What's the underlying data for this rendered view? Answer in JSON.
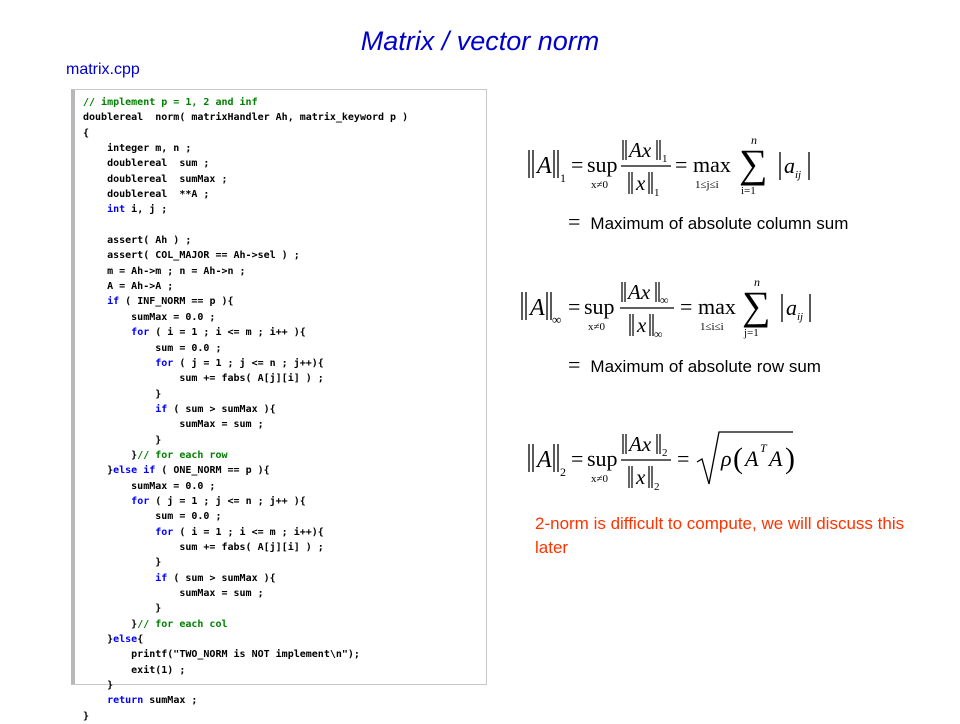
{
  "slide": {
    "title": "Matrix / vector norm",
    "file_label": "matrix.cpp"
  },
  "code": {
    "lines": [
      "// implement p = 1, 2 and inf",
      "doublereal  norm( matrixHandler Ah, matrix_keyword p )",
      "{",
      "    integer m, n ;",
      "    doublereal  sum ;",
      "    doublereal  sumMax ;",
      "    doublereal  **A ;",
      "    int i, j ;",
      "",
      "    assert( Ah ) ;",
      "    assert( COL_MAJOR == Ah->sel ) ;",
      "    m = Ah->m ; n = Ah->n ;",
      "    A = Ah->A ;",
      "    if ( INF_NORM == p ){",
      "        sumMax = 0.0 ;",
      "        for ( i = 1 ; i <= m ; i++ ){",
      "            sum = 0.0 ;",
      "            for ( j = 1 ; j <= n ; j++){",
      "                sum += fabs( A[j][i] ) ;",
      "            }",
      "            if ( sum > sumMax ){",
      "                sumMax = sum ;",
      "            }",
      "        }// for each row",
      "    }else if ( ONE_NORM == p ){",
      "        sumMax = 0.0 ;",
      "        for ( j = 1 ; j <= n ; j++ ){",
      "            sum = 0.0 ;",
      "            for ( i = 1 ; i <= m ; i++){",
      "                sum += fabs( A[j][i] ) ;",
      "            }",
      "            if ( sum > sumMax ){",
      "                sumMax = sum ;",
      "            }",
      "        }// for each col",
      "    }else{",
      "        printf(\"TWO_NORM is NOT implement\\n\");",
      "        exit(1) ;",
      "    }",
      "    return sumMax ;",
      "}"
    ]
  },
  "formulas": {
    "one_norm": {
      "lhs": "A",
      "sub": "1",
      "sup_op": "sup",
      "sup_cond": "x≠0",
      "num": "Ax",
      "den": "x",
      "max_op": "max",
      "max_cond": "1≤j≤i",
      "sum_upper": "n",
      "sum_lower": "i=1",
      "entry": "a",
      "entry_sub": "ij",
      "caption_eq": "=",
      "caption": "Maximum of absolute column sum"
    },
    "inf_norm": {
      "lhs": "A",
      "sub": "∞",
      "sup_op": "sup",
      "sup_cond": "x≠0",
      "num": "Ax",
      "den": "x",
      "max_op": "max",
      "max_cond": "1≤i≤i",
      "sum_upper": "n",
      "sum_lower": "j=1",
      "entry": "a",
      "entry_sub": "ij",
      "caption_eq": "=",
      "caption": "Maximum of absolute row sum"
    },
    "two_norm": {
      "lhs": "A",
      "sub": "2",
      "sup_op": "sup",
      "sup_cond": "x≠0",
      "num": "Ax",
      "den": "x",
      "rho": "ρ",
      "inner_a": "A",
      "transpose": "T",
      "inner_b": "A"
    }
  },
  "note": "2-norm is difficult to compute, we will discuss this later"
}
